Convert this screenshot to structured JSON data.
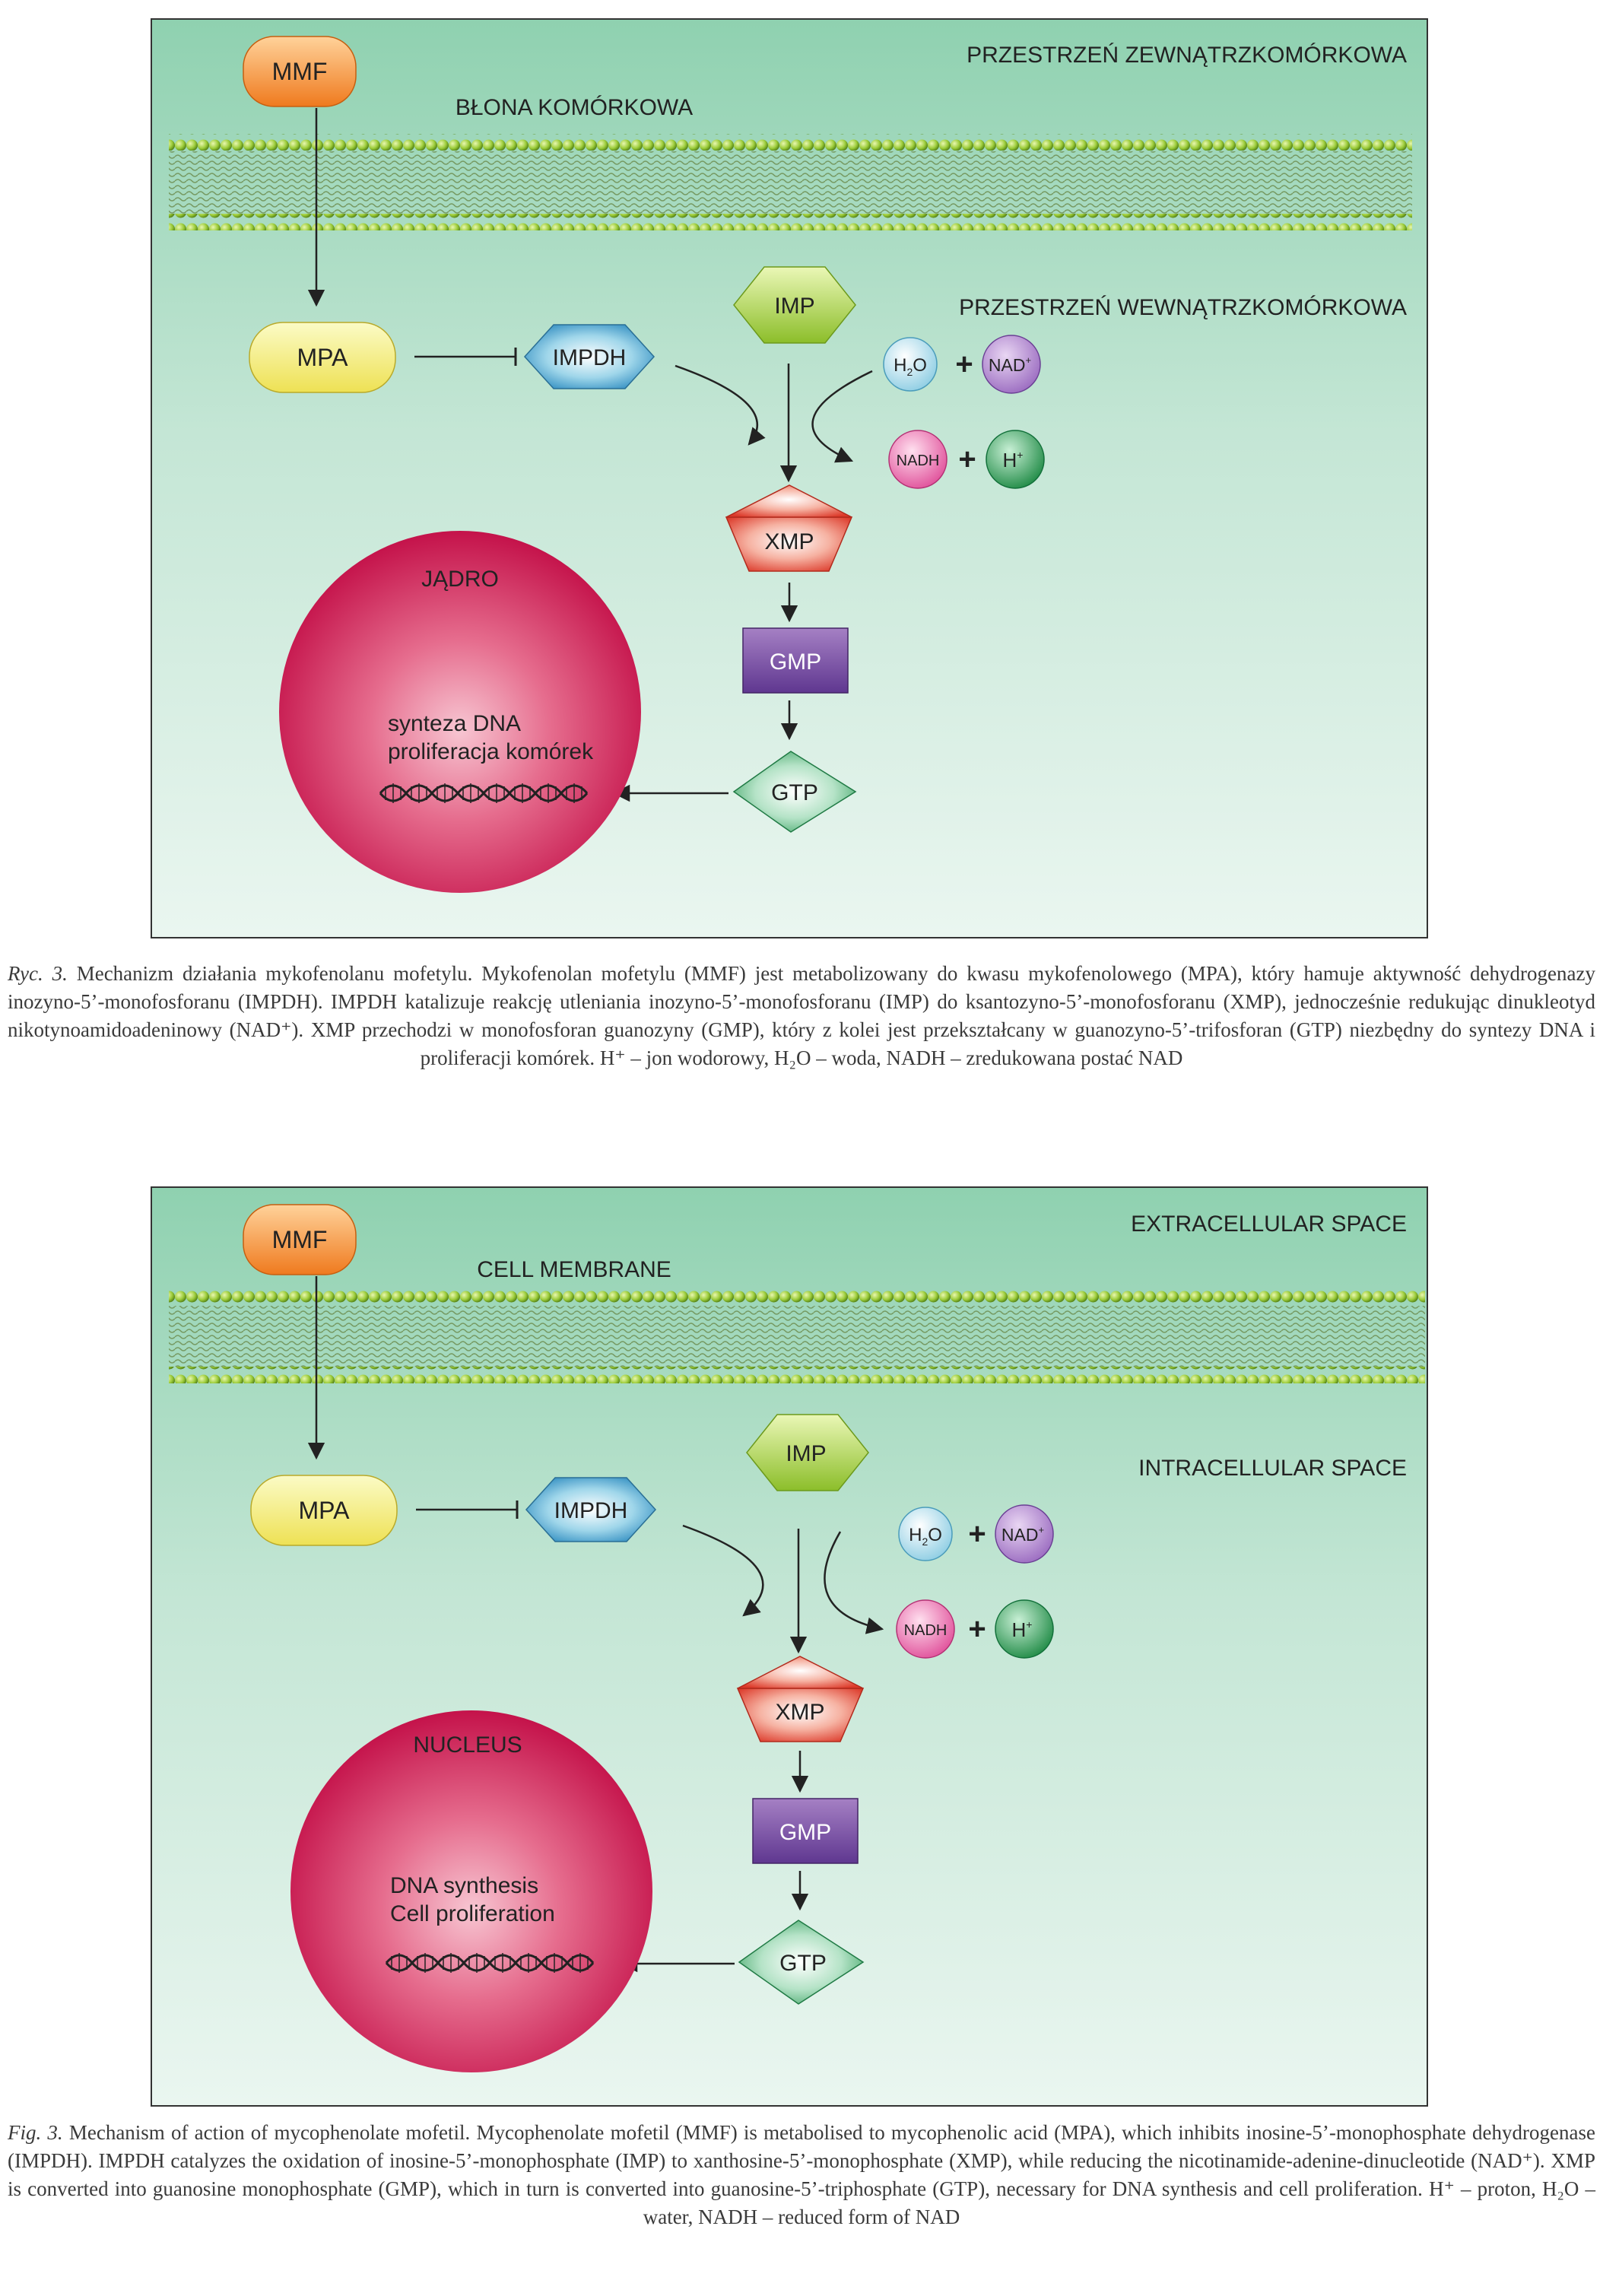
{
  "diagrams": [
    {
      "extracellular": "PRZESTRZEŃ ZEWNĄTRZKOMÓRKOWA",
      "membrane": "BŁONA KOMÓRKOWA",
      "intracellular": "PRZESTRZEŃ WEWNĄTRZKOMÓRKOWA",
      "nucleus": "JĄDRO",
      "dna_line1": "synteza DNA",
      "dna_line2": "proliferacja komórek",
      "mmf": "MMF",
      "mpa": "MPA",
      "impdh": "IMPDH",
      "imp": "IMP",
      "xmp": "XMP",
      "gmp": "GMP",
      "gtp": "GTP",
      "h2o": "H",
      "h2o_sub": "2",
      "h2o_end": "O",
      "nad": "NAD",
      "nad_sup": "+",
      "nadh": "NADH",
      "h": "H",
      "h_sup": "+",
      "plus": "+"
    },
    {
      "extracellular": "EXTRACELLULAR SPACE",
      "membrane": "CELL MEMBRANE",
      "intracellular": "INTRACELLULAR SPACE",
      "nucleus": "NUCLEUS",
      "dna_line1": "DNA synthesis",
      "dna_line2": "Cell proliferation",
      "mmf": "MMF",
      "mpa": "MPA",
      "impdh": "IMPDH",
      "imp": "IMP",
      "xmp": "XMP",
      "gmp": "GMP",
      "gtp": "GTP",
      "h2o": "H",
      "h2o_sub": "2",
      "h2o_end": "O",
      "nad": "NAD",
      "nad_sup": "+",
      "nadh": "NADH",
      "h": "H",
      "h_sup": "+",
      "plus": "+"
    }
  ],
  "captions": [
    {
      "lead": "Ryc. 3.",
      "text": " Mechanizm działania mykofenolanu mofetylu. Mykofenolan mofetylu (MMF) jest metabolizowany do kwasu mykofenolowego (MPA), który hamuje aktywność dehydrogenazy inozyno-5’-monofosforanu (IMPDH). IMPDH katalizuje reakcję utleniania inozyno-5’-monofosforanu (IMP) do ksantozyno-5’-monofosforanu (XMP), jednocześnie redukując dinukleotyd nikotynoamidoadeninowy (NAD⁺). XMP przechodzi w monofosforan guanozyny (GMP), który z kolei jest przekształcany w guanozyno-5’-trifosforan (GTP) niezbędny do syntezy DNA i proliferacji komórek. H⁺ – jon wodorowy, H₂O – woda, NADH – zredukowana postać NAD"
    },
    {
      "lead": "Fig. 3.",
      "text": " Mechanism of action of mycophenolate mofetil. Mycophenolate mofetil (MMF) is metabolised to mycophenolic acid (MPA), which inhibits inosine-5’-monophosphate dehydrogenase (IMPDH). IMPDH catalyzes the oxidation of inosine-5’-monophosphate (IMP) to xanthosine-5’-monophosphate (XMP), while reducing the nicotinamide-adenine-dinucleotide (NAD⁺). XMP is converted into guanosine monophosphate (GMP), which in turn is converted into guanosine-5’-triphosphate (GTP), necessary for DNA synthesis and cell proliferation. H⁺ – proton, H₂O – water, NADH – reduced form of NAD"
    }
  ]
}
